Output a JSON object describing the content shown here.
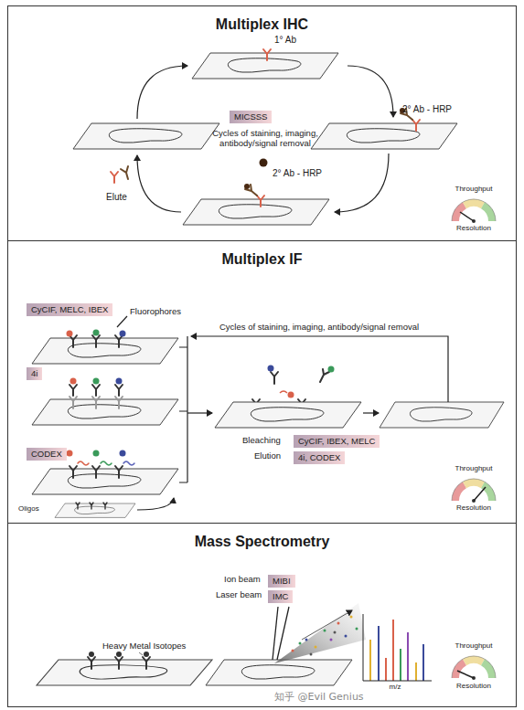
{
  "diagram": {
    "nodes": [
      {
        "text": [
          "Multiplex IHC"
        ]
      },
      {
        "text": [
          "MICSSS"
        ],
        "in": 0
      },
      {
        "text": [
          "Multiplex IF"
        ]
      },
      {
        "text": [
          "CyCIF, MELC, IBEX"
        ],
        "in": 2
      },
      {
        "text": [
          "4i"
        ],
        "in": 2
      },
      {
        "text": [
          "CODEX"
        ],
        "in": 2
      },
      {
        "text": [
          "CyCIF, IBEX, MELC"
        ],
        "in": 2
      },
      {
        "text": [
          "4i, CODEX"
        ],
        "in": 2
      },
      {
        "text": [
          "Mass Spectrometry"
        ]
      },
      {
        "text": [
          "MIBI"
        ],
        "in": 8
      },
      {
        "text": [
          "IMC"
        ],
        "in": 8
      }
    ],
    "labels": [
      "1° Ab",
      "2° Ab - HRP",
      "Cycles of staining, imaging, antibody/signal removal",
      "Elute",
      "2° Ab - HRP",
      "Throughput",
      "Resolution",
      "Fluorophores",
      "Cycles of staining, imaging, antibody/signal removal",
      "Oligos",
      "Bleaching",
      "Elution",
      "Throughput",
      "Resolution",
      "Ion beam",
      "Laser beam",
      "Heavy Metal Isotopes",
      "m/z",
      "Throughput",
      "Resolution",
      "知乎 @Evil Genius"
    ]
  }
}
